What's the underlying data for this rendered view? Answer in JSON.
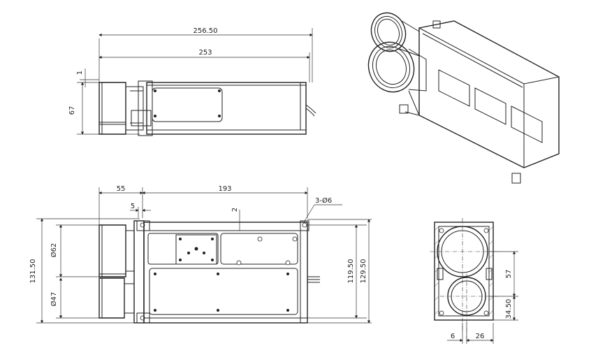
{
  "dimensions": {
    "top_overall_length": "256.50",
    "top_body_length": "253",
    "top_height": "67",
    "top_offset": "1",
    "lens_section_length": "55",
    "body_length": "193",
    "flange_thickness": "5",
    "rail_offset": "2",
    "mount_holes": "3-Ø6",
    "overall_height": "131.50",
    "body_height_inner": "119.50",
    "body_height_outer": "129.50",
    "lens_large_dia": "Ø62",
    "lens_small_dia": "Ø47",
    "end_lens_spacing": "57",
    "end_lower_offset": "34.50",
    "end_bottom_left": "6",
    "end_bottom_right": "26"
  },
  "colors": {
    "line": "#222222",
    "background": "#ffffff"
  }
}
